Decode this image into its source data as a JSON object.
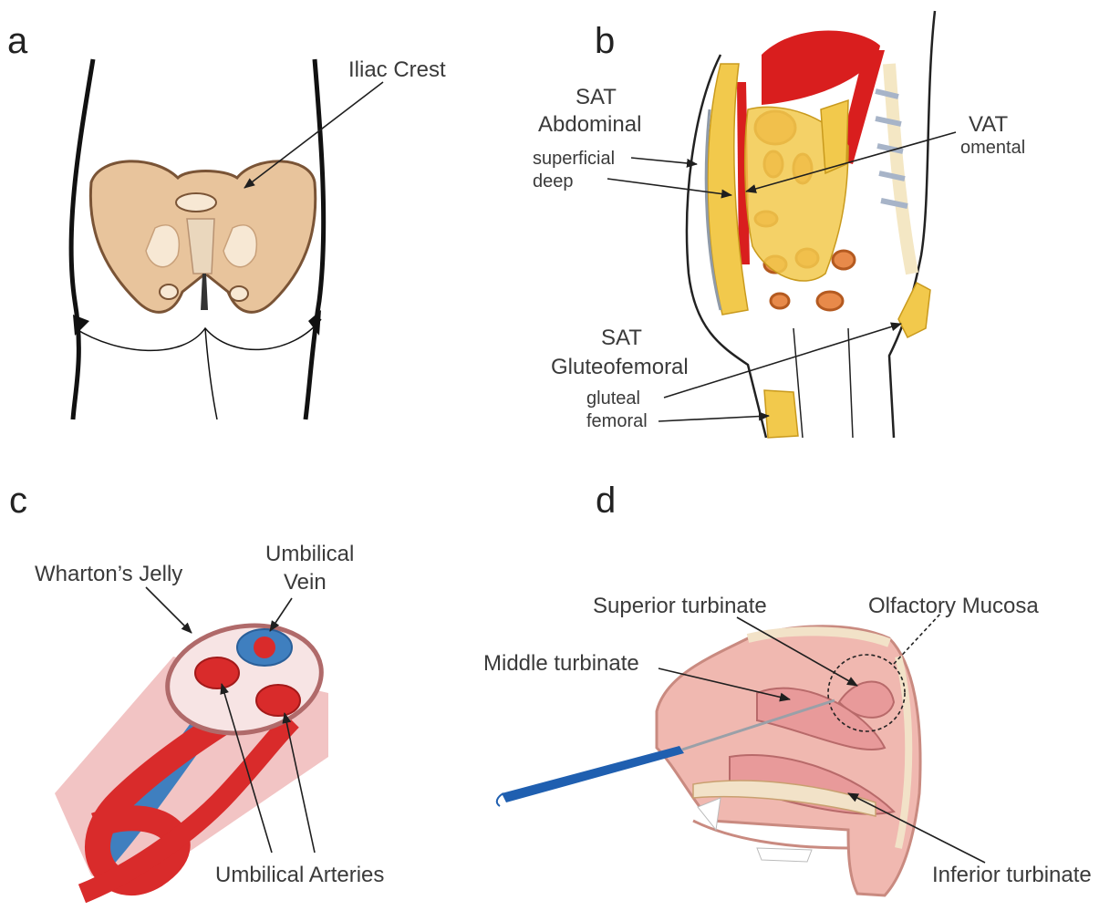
{
  "panels": {
    "a": {
      "letter": "a",
      "labels": {
        "iliac_crest": "Iliac Crest"
      }
    },
    "b": {
      "letter": "b",
      "labels": {
        "sat_abdominal_1": "SAT",
        "sat_abdominal_2": "Abdominal",
        "superficial": "superficial",
        "deep": "deep",
        "vat": "VAT",
        "omental": "omental",
        "sat_glut_1": "SAT",
        "sat_glut_2": "Gluteofemoral",
        "gluteal": "gluteal",
        "femoral": "femoral"
      }
    },
    "c": {
      "letter": "c",
      "labels": {
        "whartons_jelly": "Wharton’s Jelly",
        "umbilical_vein_1": "Umbilical",
        "umbilical_vein_2": "Vein",
        "umbilical_arteries": "Umbilical Arteries"
      }
    },
    "d": {
      "letter": "d",
      "labels": {
        "superior_turbinate": "Superior turbinate",
        "olfactory_mucosa": "Olfactory Mucosa",
        "middle_turbinate": "Middle turbinate",
        "inferior_turbinate": "Inferior turbinate"
      }
    }
  },
  "colors": {
    "bone": "#e8c49c",
    "bone_outline": "#7a5436",
    "fat": "#f2c94c",
    "fat_outline": "#c99a1d",
    "muscle_red": "#d91e1e",
    "organ_orange": "#e88a4a",
    "vein_blue": "#3f7fbf",
    "artery_red": "#d92b2b",
    "jelly_pink": "#f2c4c4",
    "mucosa_pink": "#e89a9a",
    "probe_blue": "#1f5fb0"
  }
}
